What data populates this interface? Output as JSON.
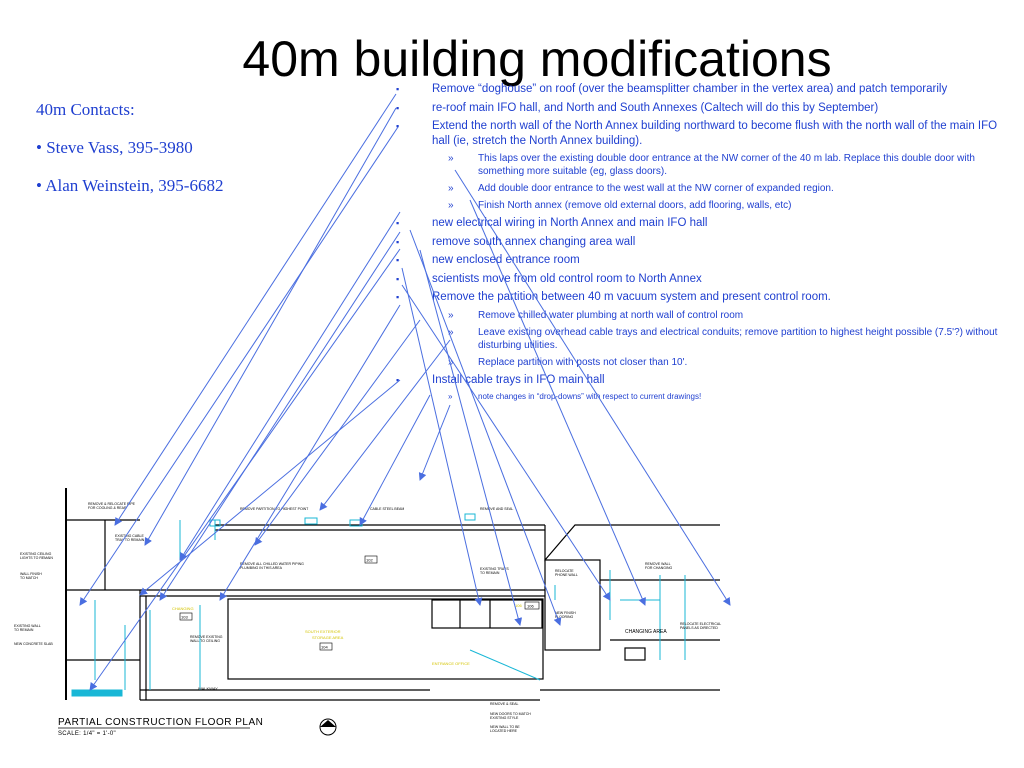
{
  "title": "40m building modifications",
  "contacts": {
    "heading": "40m Contacts:",
    "people": [
      "• Steve Vass, 395-3980",
      "• Alan Weinstein, 395-6682"
    ]
  },
  "bullets": {
    "b1": "Remove “doghouse” on roof (over the beamsplitter chamber in the vertex area) and patch temporarily",
    "b2": "re-roof main IFO hall, and North and South Annexes (Caltech will do this by September)",
    "b3": "Extend the north wall of the North Annex building northward to become flush with the north wall of the main IFO hall  (ie, stretch the North Annex building).",
    "b3_sub1": "This laps over the existing double door entrance at the NW corner of the 40 m lab. Replace this double door with something more suitable (eg, glass doors).",
    "b3_sub2": "Add double door entrance to the west wall at the NW corner of expanded region.",
    "b3_sub3": "Finish North annex (remove old external doors, add flooring, walls, etc)",
    "b4": "new electrical wiring in North Annex and main IFO hall",
    "b5": "remove south annex changing area wall",
    "b6": "new enclosed entrance room",
    "b7": "scientists move from old control room to North Annex",
    "b8": "Remove the partition between 40 m vacuum system and present control room.",
    "b8_sub1": "Remove chilled water plumbing at north wall of control room",
    "b8_sub2": "Leave existing overhead cable trays and electrical conduits; remove partition to highest height possible (7.5'?) without disturbing utilities.",
    "b8_sub3": "Replace partition with posts not closer than 10'.",
    "b9": "Install cable trays in IFO main hall",
    "b9_sub1": "note changes in “drop-downs” with respect to current drawings!"
  },
  "markers": {
    "square": "▪",
    "sub": "»"
  },
  "plan": {
    "title": "PARTIAL CONSTRUCTION FLOOR PLAN",
    "scale": "SCALE:  1/4\" = 1'-0\"",
    "walkway": "WALKWAY",
    "changing_area": "CHANGING AREA",
    "room_102": "102",
    "room_104": "104",
    "room_103": "103",
    "room_106": "106",
    "colors": {
      "text": "#1f3fd0",
      "arrow": "#4a6ee0",
      "wall": "#000000",
      "cyan": "#19b7d6",
      "yellow": "#d4c400"
    }
  }
}
